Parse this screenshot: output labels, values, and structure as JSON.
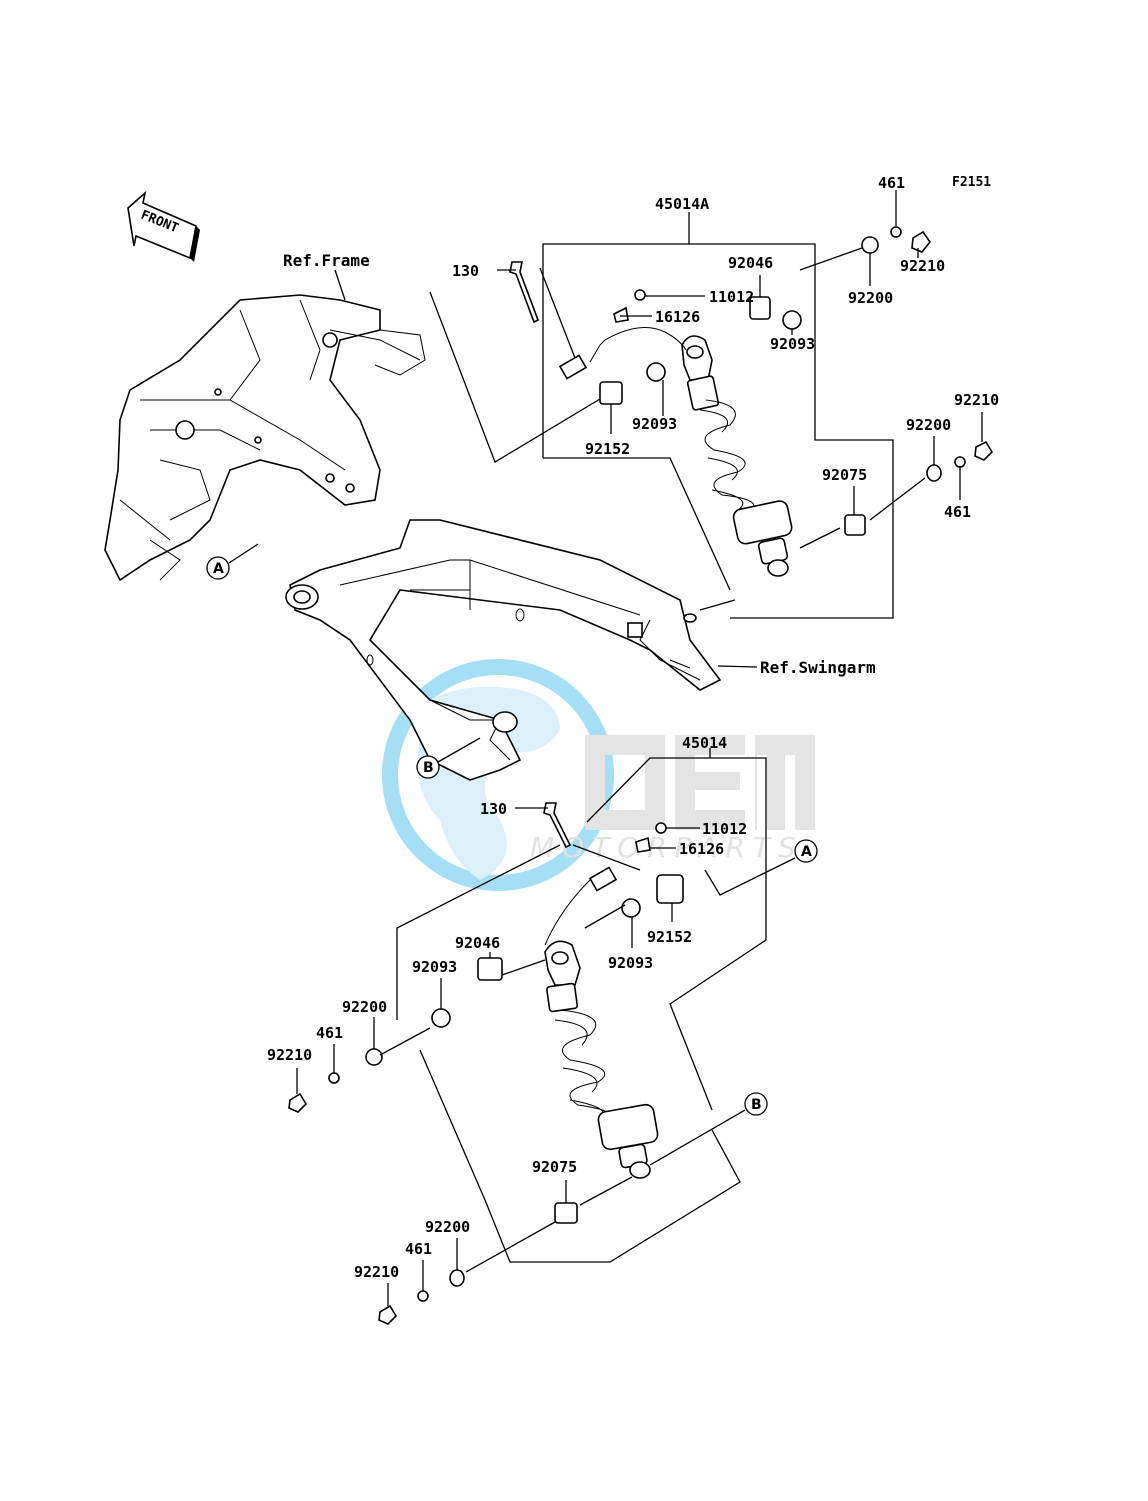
{
  "figure_code": "F2151",
  "front_label": "FRONT",
  "watermark": {
    "brand": "OEM",
    "sub": "MOTORPARTS"
  },
  "refs": {
    "frame": "Ref.Frame",
    "swingarm": "Ref.Swingarm"
  },
  "markers": {
    "a": "A",
    "b": "B"
  },
  "upper_assembly": {
    "assembly": "45014A",
    "p130": "130",
    "p11012": "11012",
    "p16126": "16126",
    "p92046": "92046",
    "p92093a": "92093",
    "p92093b": "92093",
    "p92152": "92152",
    "p92200a": "92200",
    "p92200b": "92200",
    "p461a": "461",
    "p461b": "461",
    "p92210a": "92210",
    "p92210b": "92210",
    "p92075": "92075"
  },
  "lower_assembly": {
    "assembly": "45014",
    "p130": "130",
    "p11012": "11012",
    "p16126": "16126",
    "p92152": "92152",
    "p92046": "92046",
    "p92093a": "92093",
    "p92093b": "92093",
    "p92200a": "92200",
    "p92200b": "92200",
    "p461a": "461",
    "p461b": "461",
    "p92210a": "92210",
    "p92210b": "92210",
    "p92075": "92075"
  }
}
